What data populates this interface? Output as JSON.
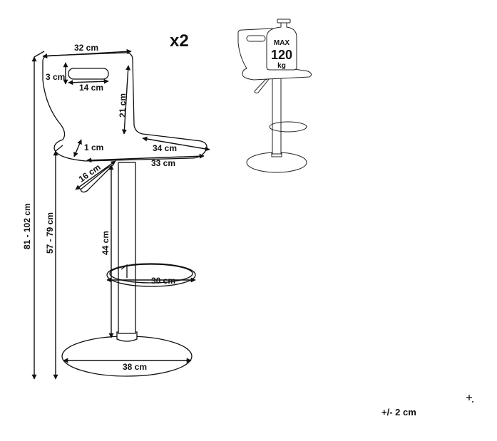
{
  "quantity": "x2",
  "tolerance": "+/- 2 cm",
  "max_load": {
    "line1": "MAX",
    "line2": "120",
    "line3": "kg"
  },
  "dimensions": {
    "seat_back_width": "32 cm",
    "handle_height": "3 cm",
    "handle_width": "14 cm",
    "back_height": "21 cm",
    "seat_thickness": "1 cm",
    "seat_depth_top": "34 cm",
    "seat_depth_bottom": "33 cm",
    "lever_length": "16 cm",
    "column_height": "44 cm",
    "footrest_diameter": "30 cm",
    "base_diameter": "38 cm",
    "total_height": "81 - 102 cm",
    "seat_height": "57 - 79 cm"
  }
}
